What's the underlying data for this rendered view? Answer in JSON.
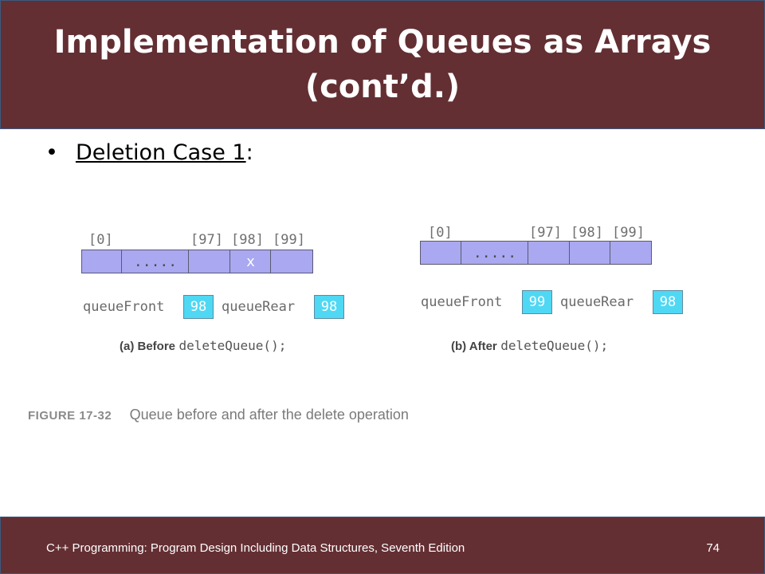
{
  "slide": {
    "title": "Implementation of Queues as Arrays (cont’d.)",
    "bullet": {
      "marker": "•",
      "underlined": "Deletion Case 1",
      "suffix": ":"
    }
  },
  "figure": {
    "before": {
      "indices": [
        "[0]",
        "[97]",
        "[98]",
        "[99]"
      ],
      "cells": [
        "",
        ".....",
        "",
        "x",
        ""
      ],
      "queueFront_label": "queueFront",
      "queueFront_value": "98",
      "queueRear_label": "queueRear",
      "queueRear_value": "98",
      "caption_tag": "(a) Before",
      "caption_code": "deleteQueue();"
    },
    "after": {
      "indices": [
        "[0]",
        "[97]",
        "[98]",
        "[99]"
      ],
      "cells": [
        "",
        ".....",
        "",
        "",
        ""
      ],
      "queueFront_label": "queueFront",
      "queueFront_value": "99",
      "queueRear_label": "queueRear",
      "queueRear_value": "98",
      "caption_tag": "(b) After",
      "caption_code": "deleteQueue();"
    },
    "caption_number": "FIGURE 17-32",
    "caption_text": "Queue before and after the delete operation"
  },
  "footer": {
    "text": "C++ Programming: Program Design Including Data Structures, Seventh Edition",
    "page": "74"
  },
  "colors": {
    "banner": "#632f33",
    "cell": "#a9a8f0",
    "value_box": "#4fd8f4"
  }
}
